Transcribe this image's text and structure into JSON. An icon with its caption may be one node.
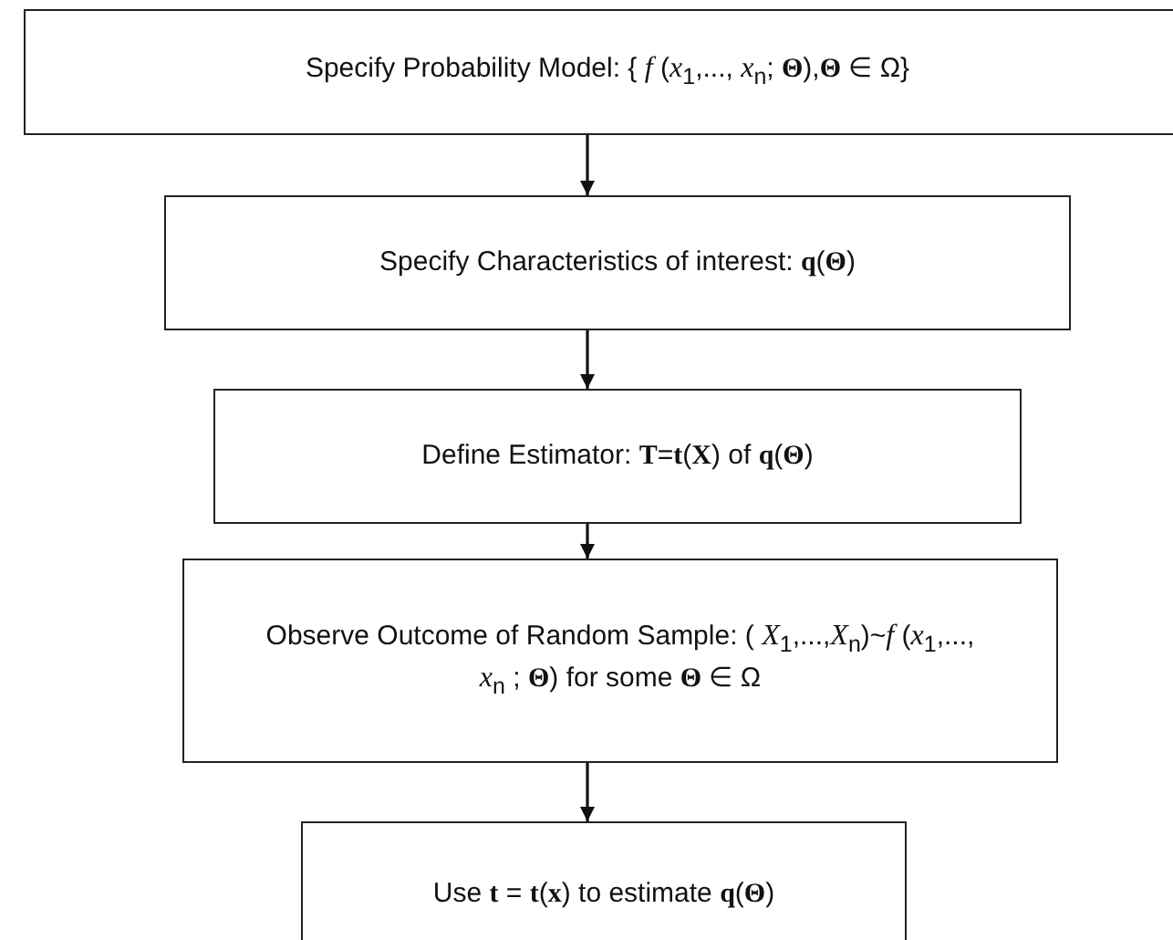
{
  "diagram": {
    "nodes": [
      {
        "text": [
          "Specify Probability Model: { *f* (*x*$_{1}$,..., *x*$_{n}$; **Θ**),**Θ** ∈ Ω}"
        ]
      },
      {
        "text": [
          "Specify Characteristics of interest: **q**(**Θ**)"
        ]
      },
      {
        "text": [
          "Define Estimator: **T**=**t**(**X**) of **q**(**Θ**)"
        ]
      },
      {
        "text": [
          "Observe Outcome of Random Sample: ( *X*$_{1}$,...,*X*$_{n}$)~*f* (*x*$_{1}$,..., *x*$_{n}$ ; **Θ**) for some **Θ** ∈ Ω"
        ]
      },
      {
        "text": [
          "Use **t** = **t**(**x**) to estimate **q**(**Θ**)"
        ]
      }
    ],
    "edges": [
      {
        "from": 0,
        "to": 1,
        "arrow": "to"
      },
      {
        "from": 1,
        "to": 2,
        "arrow": "to"
      },
      {
        "from": 2,
        "to": 3,
        "arrow": "to"
      },
      {
        "from": 3,
        "to": 4,
        "arrow": "to"
      }
    ]
  }
}
